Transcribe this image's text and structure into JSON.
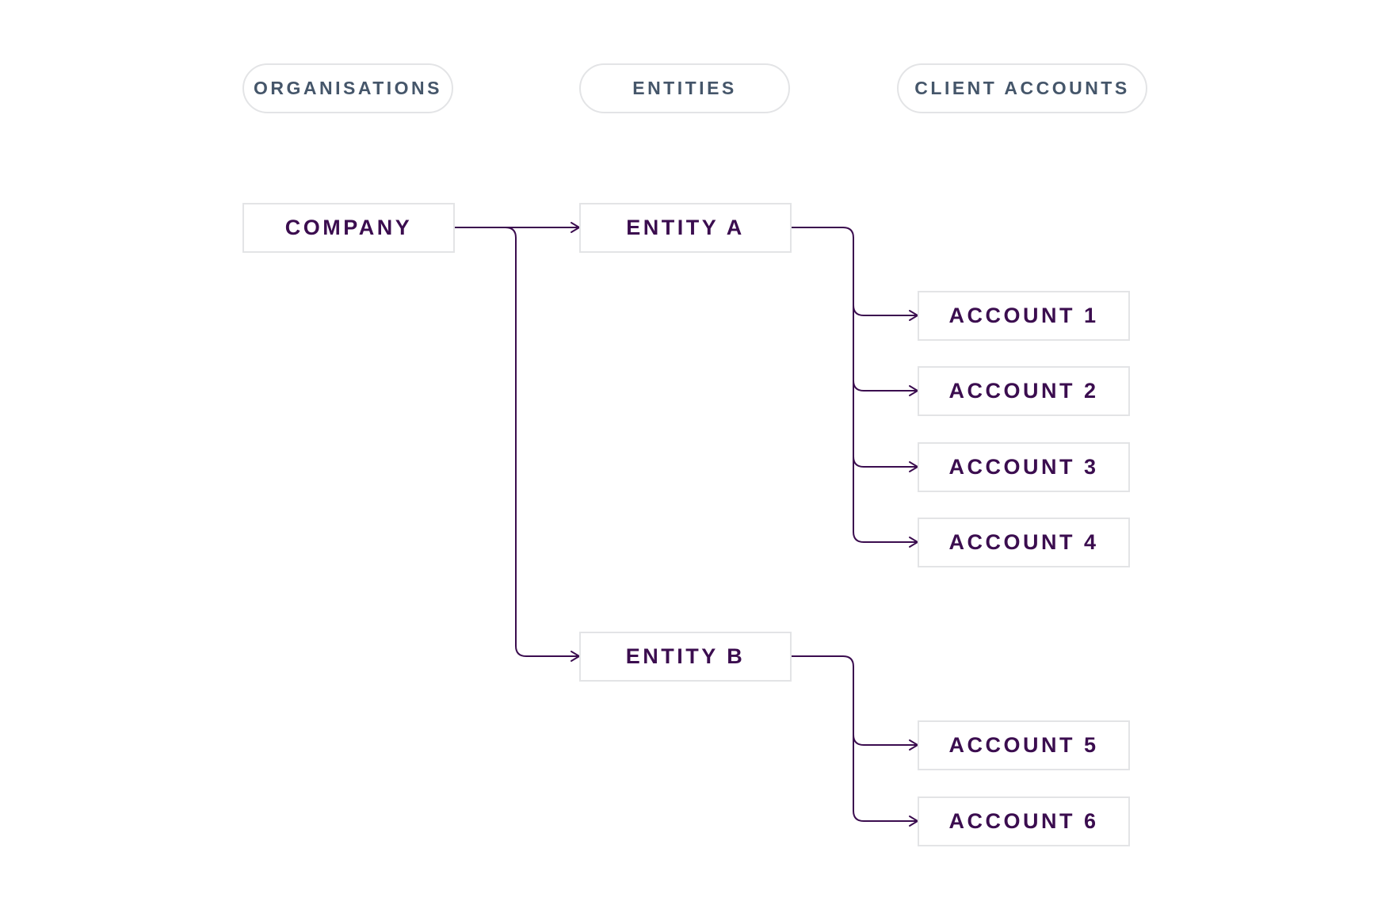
{
  "headers": {
    "organisations": "ORGANISATIONS",
    "entities": "ENTITIES",
    "client_accounts": "CLIENT ACCOUNTS"
  },
  "nodes": {
    "company": "COMPANY",
    "entity_a": "ENTITY A",
    "entity_b": "ENTITY B",
    "account_1": "ACCOUNT 1",
    "account_2": "ACCOUNT 2",
    "account_3": "ACCOUNT 3",
    "account_4": "ACCOUNT 4",
    "account_5": "ACCOUNT 5",
    "account_6": "ACCOUNT 6"
  },
  "edges": [
    [
      "company",
      "entity_a"
    ],
    [
      "company",
      "entity_b"
    ],
    [
      "entity_a",
      "account_1"
    ],
    [
      "entity_a",
      "account_2"
    ],
    [
      "entity_a",
      "account_3"
    ],
    [
      "entity_a",
      "account_4"
    ],
    [
      "entity_b",
      "account_5"
    ],
    [
      "entity_b",
      "account_6"
    ]
  ],
  "colors": {
    "node_text": "#3b0d4f",
    "header_text": "#45566a",
    "border": "#e3e4e6",
    "connector": "#3b0d4f"
  }
}
